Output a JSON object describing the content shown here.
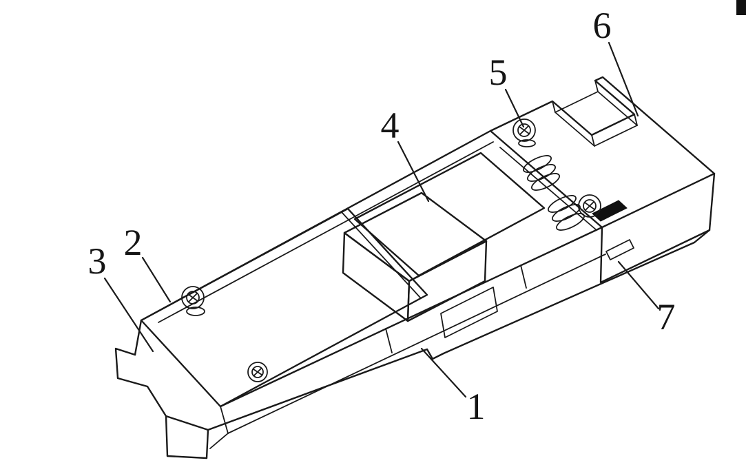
{
  "figure": {
    "kind": "patent-style isometric line drawing of a mechanical module assembly",
    "background_color": "#ffffff",
    "line_color": "#1a1a1a",
    "label_color": "#151515",
    "callouts": [
      {
        "text": "1"
      },
      {
        "text": "2"
      },
      {
        "text": "3"
      },
      {
        "text": "4"
      },
      {
        "text": "5"
      },
      {
        "text": "6"
      },
      {
        "text": "7"
      }
    ]
  }
}
